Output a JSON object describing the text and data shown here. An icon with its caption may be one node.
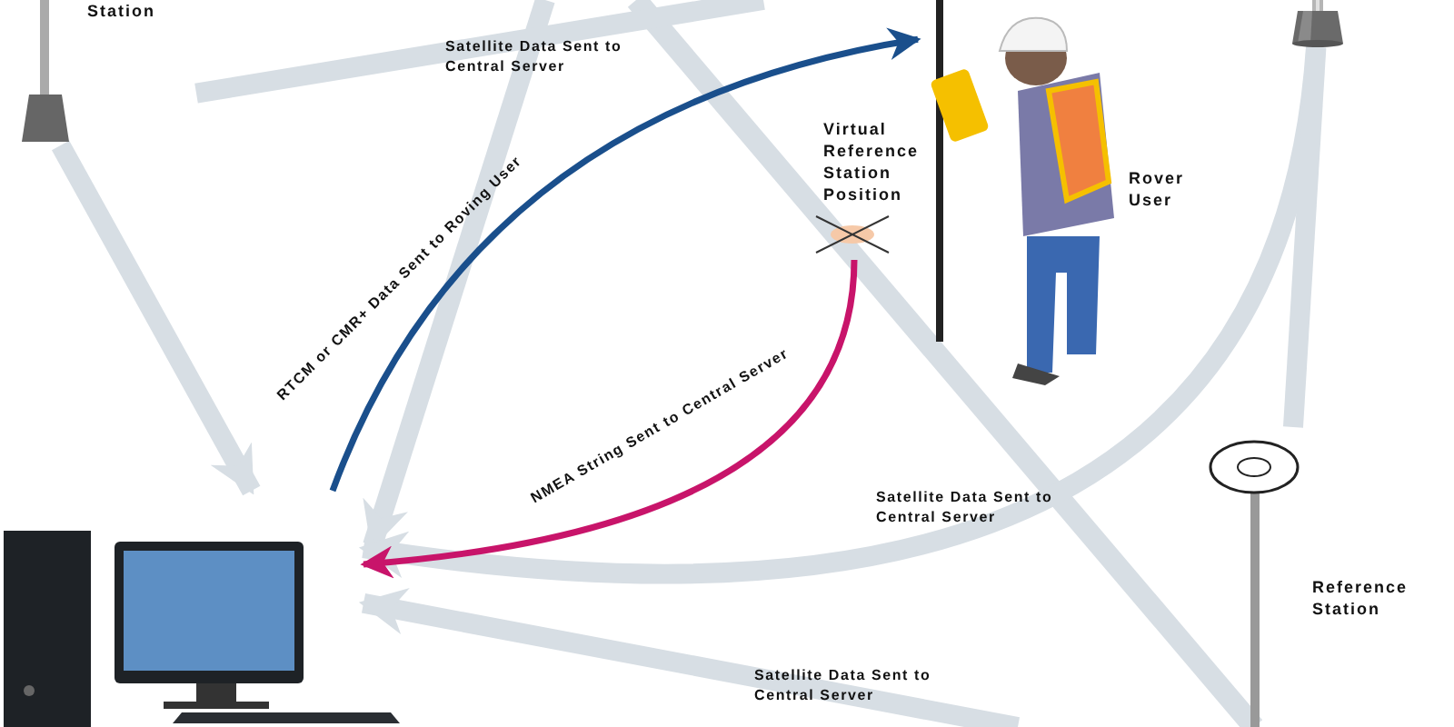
{
  "diagram": {
    "nodes": [
      {
        "text": [],
        "shape": "picture"
      },
      {
        "text": [
          "Station"
        ]
      },
      {
        "text": [
          "Rover User"
        ]
      },
      {
        "text": [],
        "shape": "picture"
      },
      {
        "text": [
          "Reference Station"
        ]
      },
      {
        "text": [
          "Virtual Reference Station Position"
        ]
      }
    ],
    "edges": [
      {
        "from": 1,
        "to": 0,
        "arrow": "to",
        "color": "#d7dee4"
      },
      {
        "from": null,
        "to": 0,
        "arrow": "to",
        "color": "#d7dee4",
        "label": "Satellite Data Sent to Central Server"
      },
      {
        "from": 3,
        "to": 0,
        "arrow": "to",
        "color": "#d7dee4",
        "label": "Satellite Data Sent to Central Server"
      },
      {
        "from": null,
        "to": 0,
        "arrow": "to",
        "color": "#d7dee4",
        "label": "Satellite Data Sent to Central Server"
      },
      {
        "from": 0,
        "to": 2,
        "arrow": "to",
        "color": "#1a4f8c",
        "label": "RTCM or CMR+ Data Sent to Roving User"
      },
      {
        "from": 5,
        "to": 0,
        "arrow": "to",
        "color": "#c8146a",
        "label": "NMEA String Sent to Central Server"
      },
      {
        "from": 1,
        "to": null,
        "arrow": "none",
        "color": "#d7dee4"
      },
      {
        "from": 3,
        "to": 4,
        "arrow": "none",
        "color": "#d7dee4"
      }
    ]
  }
}
